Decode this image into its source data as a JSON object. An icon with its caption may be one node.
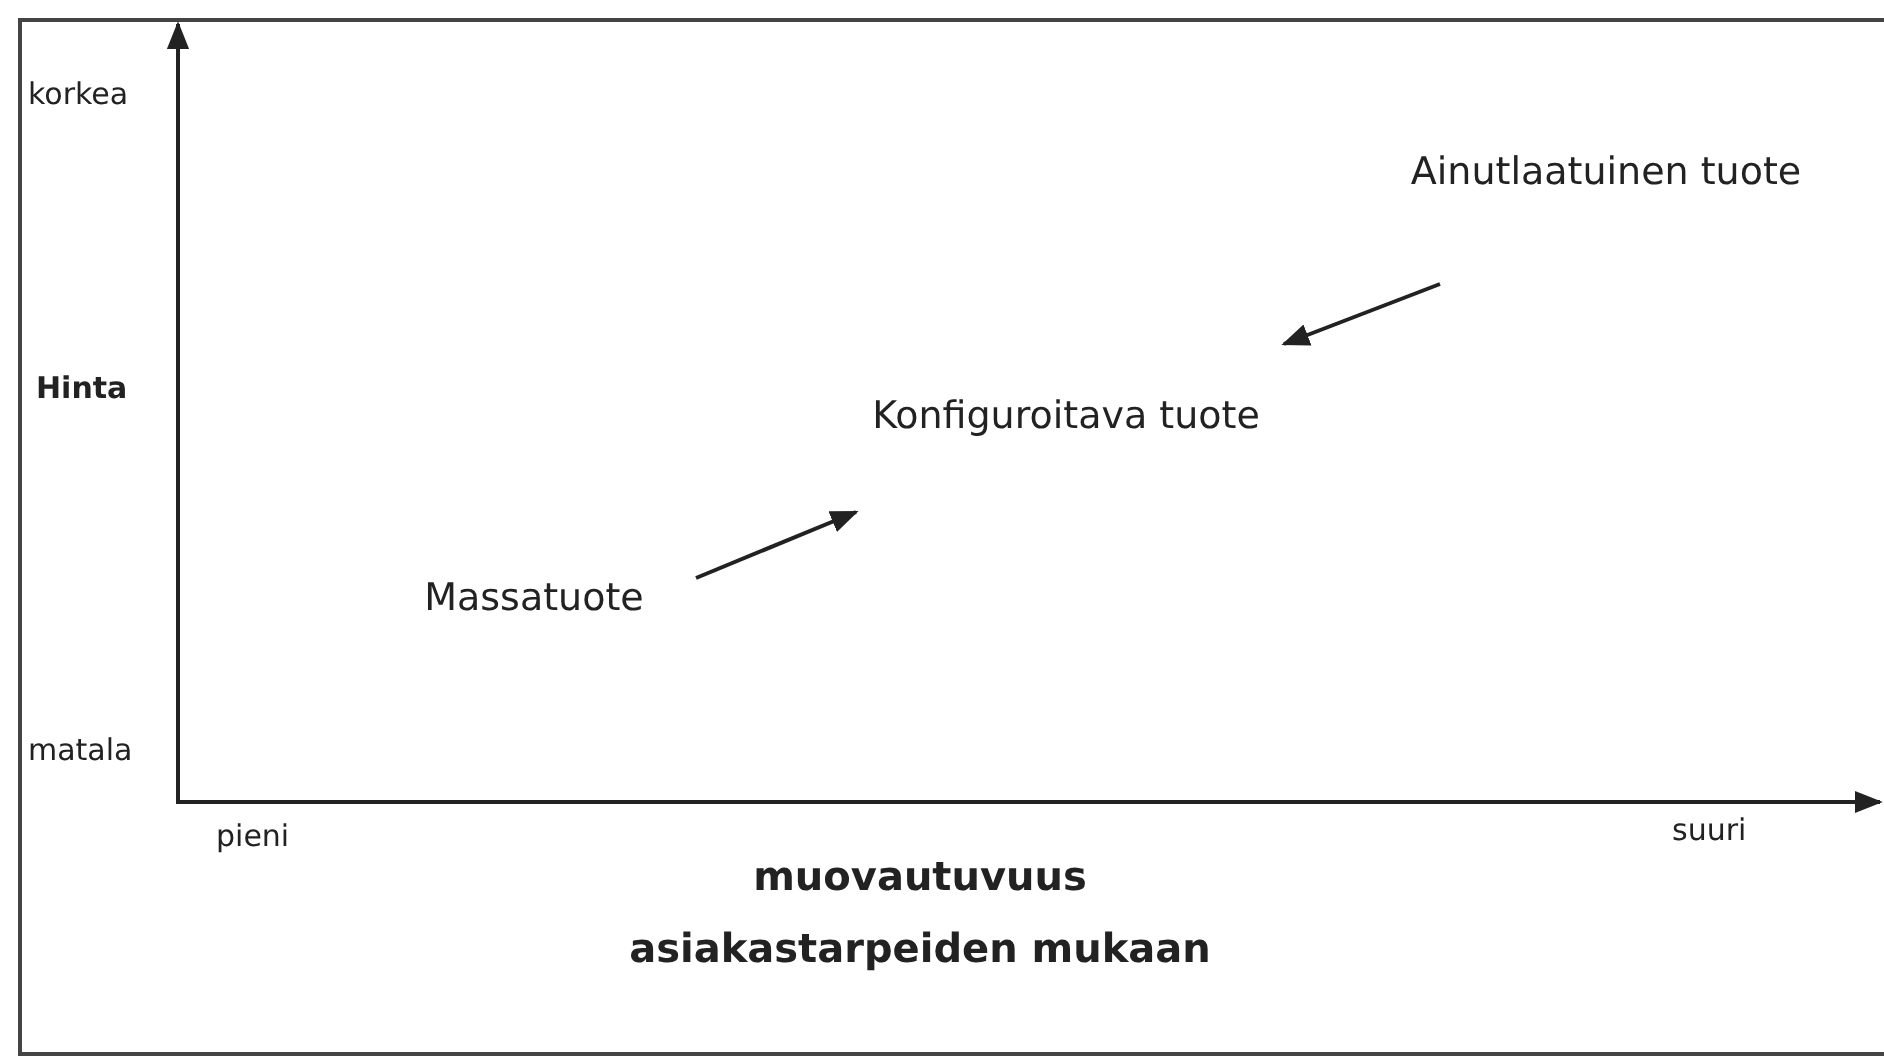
{
  "diagram": {
    "nodes": [
      {
        "text": [
          "Massatuote"
        ]
      },
      {
        "text": [
          "Konfiguroitava tuote"
        ]
      },
      {
        "text": [
          "Ainutlaatuinen tuote"
        ]
      }
    ],
    "edges": [
      {
        "from": 0,
        "to": 1,
        "arrow": "to"
      },
      {
        "from": 2,
        "to": 1,
        "arrow": "to"
      }
    ],
    "labels": [
      "korkea",
      "Hinta",
      "matala",
      "pieni",
      "suuri",
      "muovautuvuus asiakastarpeiden mukaan"
    ]
  }
}
